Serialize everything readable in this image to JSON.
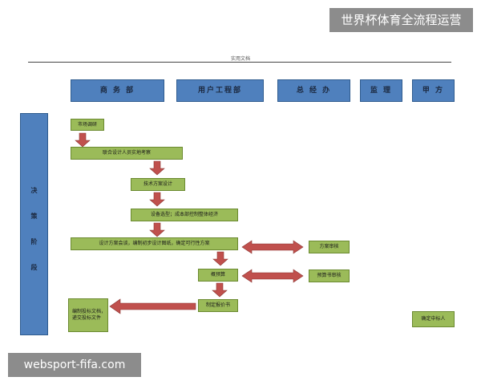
{
  "watermark_top": "世界杯体育全流程运营",
  "watermark_bottom": "websport-fifa.com",
  "doc_title": "实用文档",
  "departments": [
    "商 务 部",
    "用户工程部",
    "总 经 办",
    "监 理",
    "甲 方"
  ],
  "stage": [
    "决",
    "策",
    "阶",
    "段"
  ],
  "steps": {
    "market_research": "市场调研",
    "site_survey": "联合设计人员实地考察",
    "tech_design": "技术方案设计",
    "equipment": "设备选型；成本部控制整体经济",
    "design_meeting": "设计方案会谈，编制初步设计图纸，确定可行性方案",
    "plan_review": "方案审核",
    "estimate": "概预算",
    "budget_review": "预算书审核",
    "quotation": "制定报价书",
    "bid_docs": "编制投标文档，递交投标文件",
    "bid_win": "确定中标人"
  },
  "colors": {
    "header_blue": "#4f80bd",
    "step_green": "#9bbb59",
    "arrow_red": "#c0504d"
  }
}
